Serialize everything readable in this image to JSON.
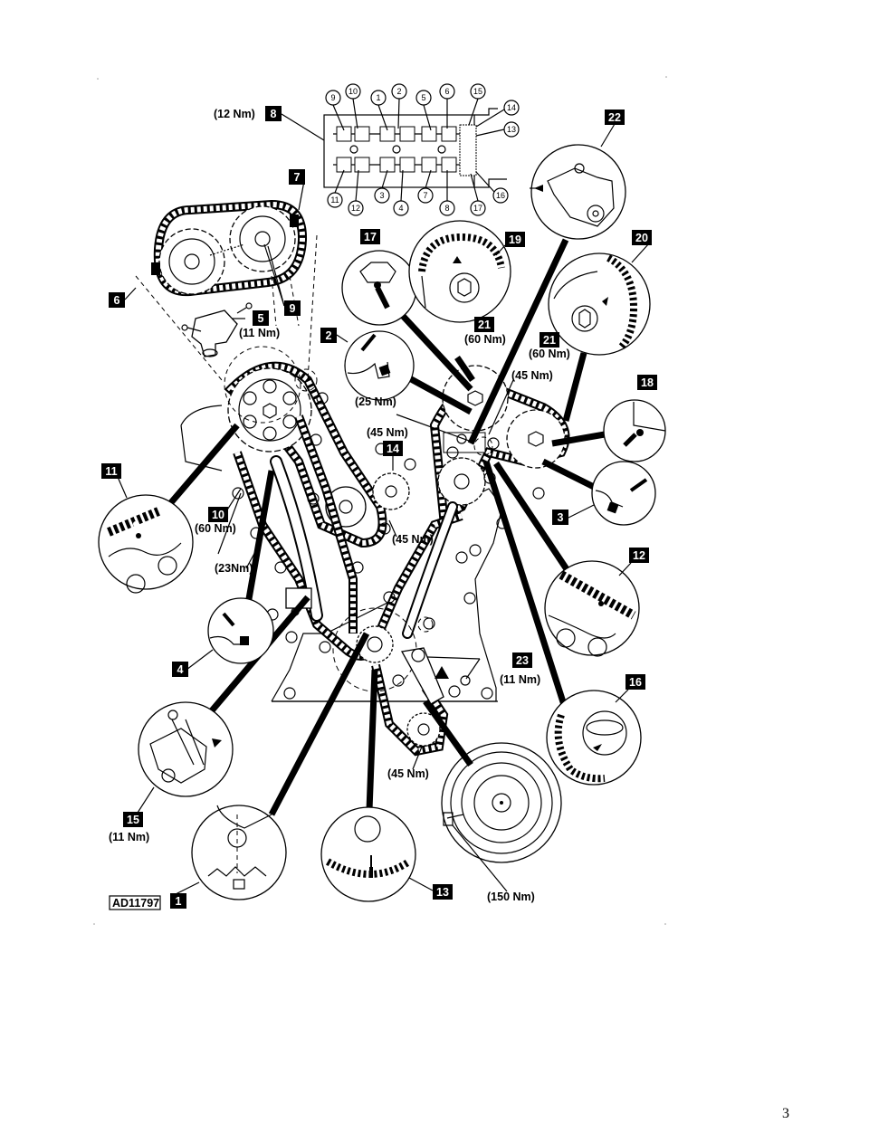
{
  "figure_code": "AD11797",
  "page_number": "3",
  "torques": {
    "t8": "(12 Nm)",
    "t5": "(11 Nm)",
    "t21a": "(60 Nm)",
    "t21b": "(60 Nm)",
    "t45a": "(45 Nm)",
    "t25": "(25 Nm)",
    "t45b": "(45 Nm)",
    "t10": "(60 Nm)",
    "t45c": "(45 Nm)",
    "t23nm": "(23Nm)",
    "t23": "(11 Nm)",
    "t45d": "(45 Nm)",
    "t15": "(11 Nm)",
    "t150": "(150 Nm)"
  },
  "callouts": {
    "c1": "1",
    "c2": "2",
    "c3": "3",
    "c4": "4",
    "c5": "5",
    "c6": "6",
    "c7": "7",
    "c8": "8",
    "c9": "9",
    "c10": "10",
    "c11": "11",
    "c12": "12",
    "c13": "13",
    "c14": "14",
    "c15": "15",
    "c16": "16",
    "c17": "17",
    "c18": "18",
    "c19": "19",
    "c20": "20",
    "c21a": "21",
    "c21b": "21",
    "c22": "22",
    "c23": "23"
  },
  "sequence_numbers": {
    "top": [
      "9",
      "10",
      "1",
      "2",
      "5",
      "6",
      "15",
      "14",
      "13"
    ],
    "bottom": [
      "11",
      "12",
      "3",
      "4",
      "7",
      "8",
      "17",
      "16"
    ]
  }
}
